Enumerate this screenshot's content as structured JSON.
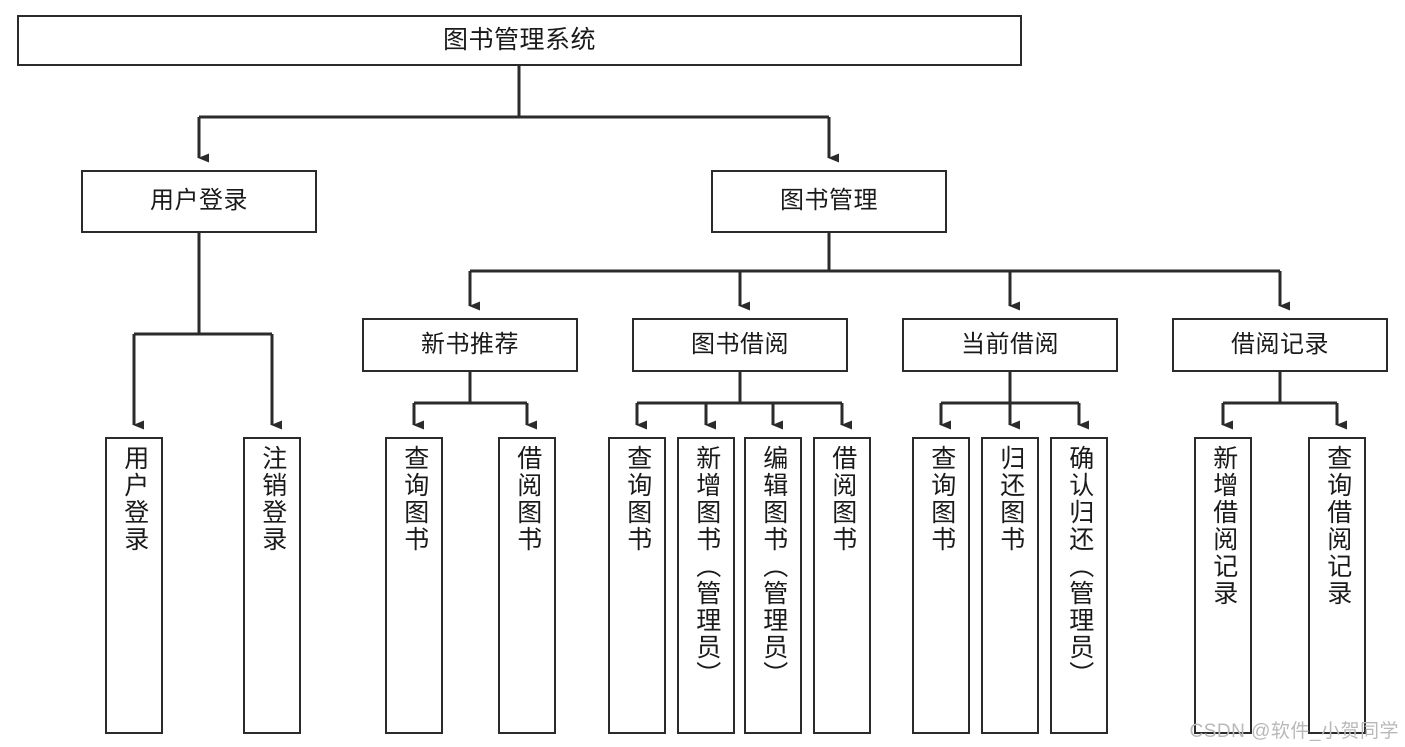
{
  "diagram": {
    "title": "图书管理系统",
    "type": "hierarchy-tree",
    "watermark": "CSDN @软件_小贺同学",
    "colors": {
      "background": "#ffffff",
      "box_border": "#2b2b2b",
      "connector": "#2b2b2b",
      "text": "#1a1a1a",
      "watermark": "#b9b9b9"
    },
    "root": {
      "label": "图书管理系统"
    },
    "level2": [
      {
        "label": "用户登录"
      },
      {
        "label": "图书管理"
      }
    ],
    "level3": [
      {
        "label": "新书推荐"
      },
      {
        "label": "图书借阅"
      },
      {
        "label": "当前借阅"
      },
      {
        "label": "借阅记录"
      }
    ],
    "leaves": {
      "user_login": [
        {
          "label": "用户登录"
        },
        {
          "label": "注销登录"
        }
      ],
      "new_book_recommend": [
        {
          "label": "查询图书"
        },
        {
          "label": "借阅图书"
        }
      ],
      "book_borrow": [
        {
          "label": "查询图书"
        },
        {
          "label": "新增图书（管理员）"
        },
        {
          "label": "编辑图书（管理员）"
        },
        {
          "label": "借阅图书"
        }
      ],
      "current_borrow": [
        {
          "label": "查询图书"
        },
        {
          "label": "归还图书"
        },
        {
          "label": "确认归还（管理员）"
        }
      ],
      "borrow_record": [
        {
          "label": "新增借阅记录"
        },
        {
          "label": "查询借阅记录"
        }
      ]
    }
  }
}
